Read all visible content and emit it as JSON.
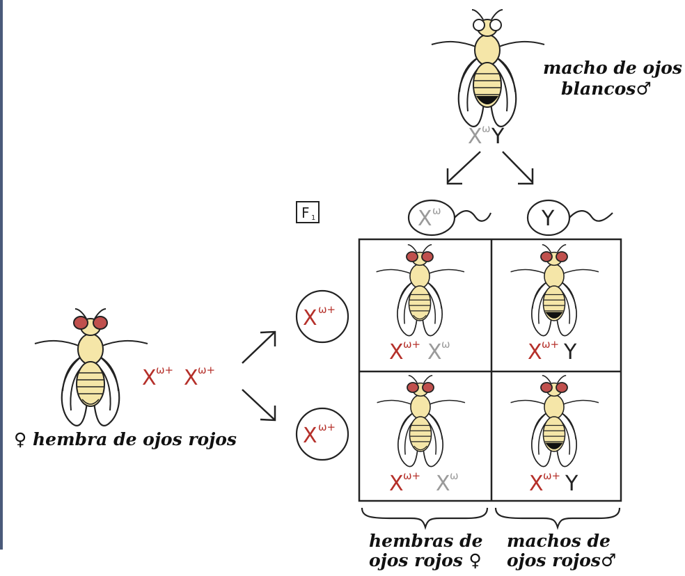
{
  "labels": {
    "male_parent_line1": "macho de ojos",
    "male_parent_line2": "blancos",
    "female_parent": "hembra de ojos rojos",
    "f1_box": "F",
    "f1_box_sub": "1",
    "bottom_left_line1": "hembras de",
    "bottom_left_line2": "ojos rojos",
    "bottom_right_line1": "machos de",
    "bottom_right_line2": "ojos rojos"
  },
  "symbols": {
    "male": "♂",
    "female": "♀"
  },
  "genotypes": {
    "male_parent": {
      "x": "X",
      "x_allele": "ω",
      "y": "Y"
    },
    "female_parent": {
      "x1": "X",
      "a1": "ω+",
      "x2": "X",
      "a2": "ω+"
    },
    "sperm_x": {
      "x": "X",
      "a": "ω"
    },
    "sperm_y": {
      "y": "Y"
    },
    "egg1": {
      "x": "X",
      "a": "ω+"
    },
    "egg2": {
      "x": "X",
      "a": "ω+"
    },
    "cell_tl": {
      "x1": "X",
      "a1": "ω+",
      "x2": "X",
      "a2": "ω"
    },
    "cell_tr": {
      "x1": "X",
      "a1": "ω+",
      "y": "Y"
    },
    "cell_bl": {
      "x1": "X",
      "a1": "ω+",
      "x2": "X",
      "a2": "ω"
    },
    "cell_br": {
      "x1": "X",
      "a1": "ω+",
      "y": "Y"
    }
  },
  "colors": {
    "red_allele": "#b5302a",
    "white_allele": "#9a9a9a",
    "body": "#f5e6a8",
    "red_eye": "#c0504d"
  }
}
